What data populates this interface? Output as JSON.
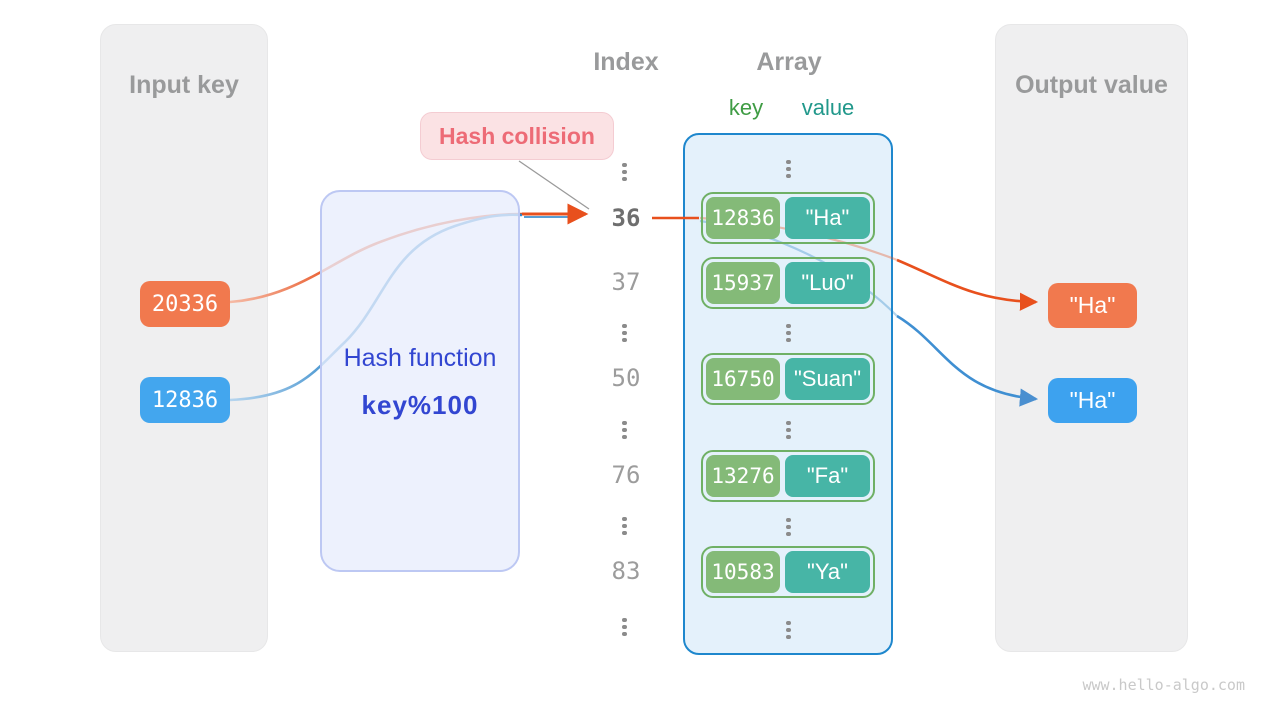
{
  "input_panel": {
    "title": "Input key",
    "keys": [
      {
        "value": "20336",
        "color": "#f1794e"
      },
      {
        "value": "12836",
        "color": "#43a6ee"
      }
    ]
  },
  "hash_function": {
    "title": "Hash function",
    "formula": "key%100"
  },
  "collision_label": {
    "text": "Hash collision"
  },
  "index_column": {
    "title": "Index",
    "values": [
      "36",
      "37",
      "50",
      "76",
      "83"
    ],
    "highlighted_value": "36"
  },
  "array": {
    "title": "Array",
    "key_header": "key",
    "value_header": "value",
    "pairs": [
      {
        "key": "12836",
        "value": "\"Ha\""
      },
      {
        "key": "15937",
        "value": "\"Luo\""
      },
      {
        "key": "16750",
        "value": "\"Suan\""
      },
      {
        "key": "13276",
        "value": "\"Fa\""
      },
      {
        "key": "10583",
        "value": "\"Ya\""
      }
    ]
  },
  "output_panel": {
    "title": "Output value",
    "values": [
      {
        "text": "\"Ha\"",
        "color": "#f1794e"
      },
      {
        "text": "\"Ha\"",
        "color": "#3da2ef"
      }
    ]
  },
  "watermark": "www.hello-algo.com",
  "icons": {
    "vertical_ellipsis": "three-stacked-dots"
  },
  "colors": {
    "orange_flow": "#e8501d",
    "blue_flow": "#2d86c9",
    "key_badge_green": "#84ba78",
    "value_badge_teal": "#47b5a6",
    "pair_border_green": "#6fb065",
    "array_bg": "#e4f1fb",
    "array_border": "#1e87cd",
    "hash_box_bg": "#e9edfc",
    "hash_box_border": "#bdc8f3",
    "hash_text_blue": "#3246d1",
    "collision_bg": "#fbe2e4",
    "collision_text": "#ed6b76",
    "panel_gray": "#efeff0",
    "heading_gray": "#999a9b"
  }
}
